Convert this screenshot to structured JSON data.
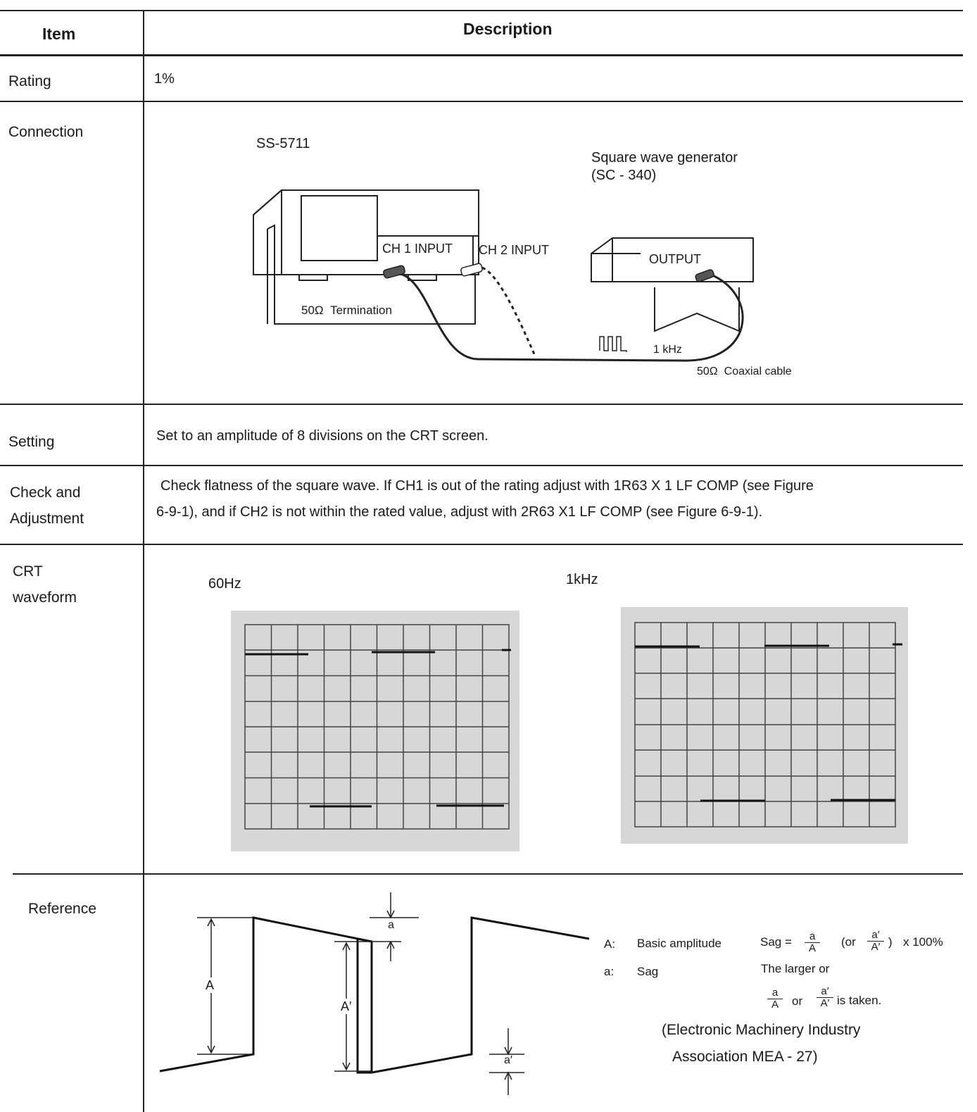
{
  "header": {
    "item": "Item",
    "description": "Description"
  },
  "rows": {
    "rating": {
      "label": "Rating",
      "value": "1%"
    },
    "connection": {
      "label": "Connection",
      "scope_model": "SS-5711",
      "generator_line1": "Square wave generator",
      "generator_line2": "(SC - 340)",
      "ch1_input": "CH 1 INPUT",
      "ch2_input": "CH 2 INPUT",
      "termination": "50Ω  Termination",
      "output": "OUTPUT",
      "frequency": "1 kHz",
      "cable": "50Ω  Coaxial cable"
    },
    "setting": {
      "label": "Setting",
      "value": "Set to an amplitude of 8 divisions on the CRT screen."
    },
    "check": {
      "label_line1": "Check and",
      "label_line2": "Adjustment",
      "line1": "Check flatness of the square wave. If CH1 is out of the rating adjust with 1R63 X 1 LF COMP (see Figure",
      "line2": "6-9-1), and if CH2 is not within the rated value, adjust with 2R63  X1 LF COMP (see Figure 6-9-1)."
    },
    "crt": {
      "label_line1": "CRT",
      "label_line2": "waveform",
      "left_freq": "60Hz",
      "right_freq": "1kHz"
    },
    "reference": {
      "label": "Reference",
      "mark_A": "A",
      "mark_Aprime": "A′",
      "mark_a": "a",
      "mark_aprime": "a′",
      "def_A_key": "A:",
      "def_A_val": "Basic amplitude",
      "def_a_key": "a:",
      "def_a_val": "Sag",
      "sag_prefix": "Sag =",
      "frac_a_num": "a",
      "frac_a_den": "A",
      "or_open": "(or",
      "frac_ap_num": "a′",
      "frac_ap_den": "A′",
      "or_close": ")",
      "times": "x 100%",
      "larger": "The larger or",
      "or_word": "or",
      "taken": "is taken.",
      "source_line1": "(Electronic Machinery Industry",
      "source_line2": "Association MEA - 27)"
    }
  }
}
